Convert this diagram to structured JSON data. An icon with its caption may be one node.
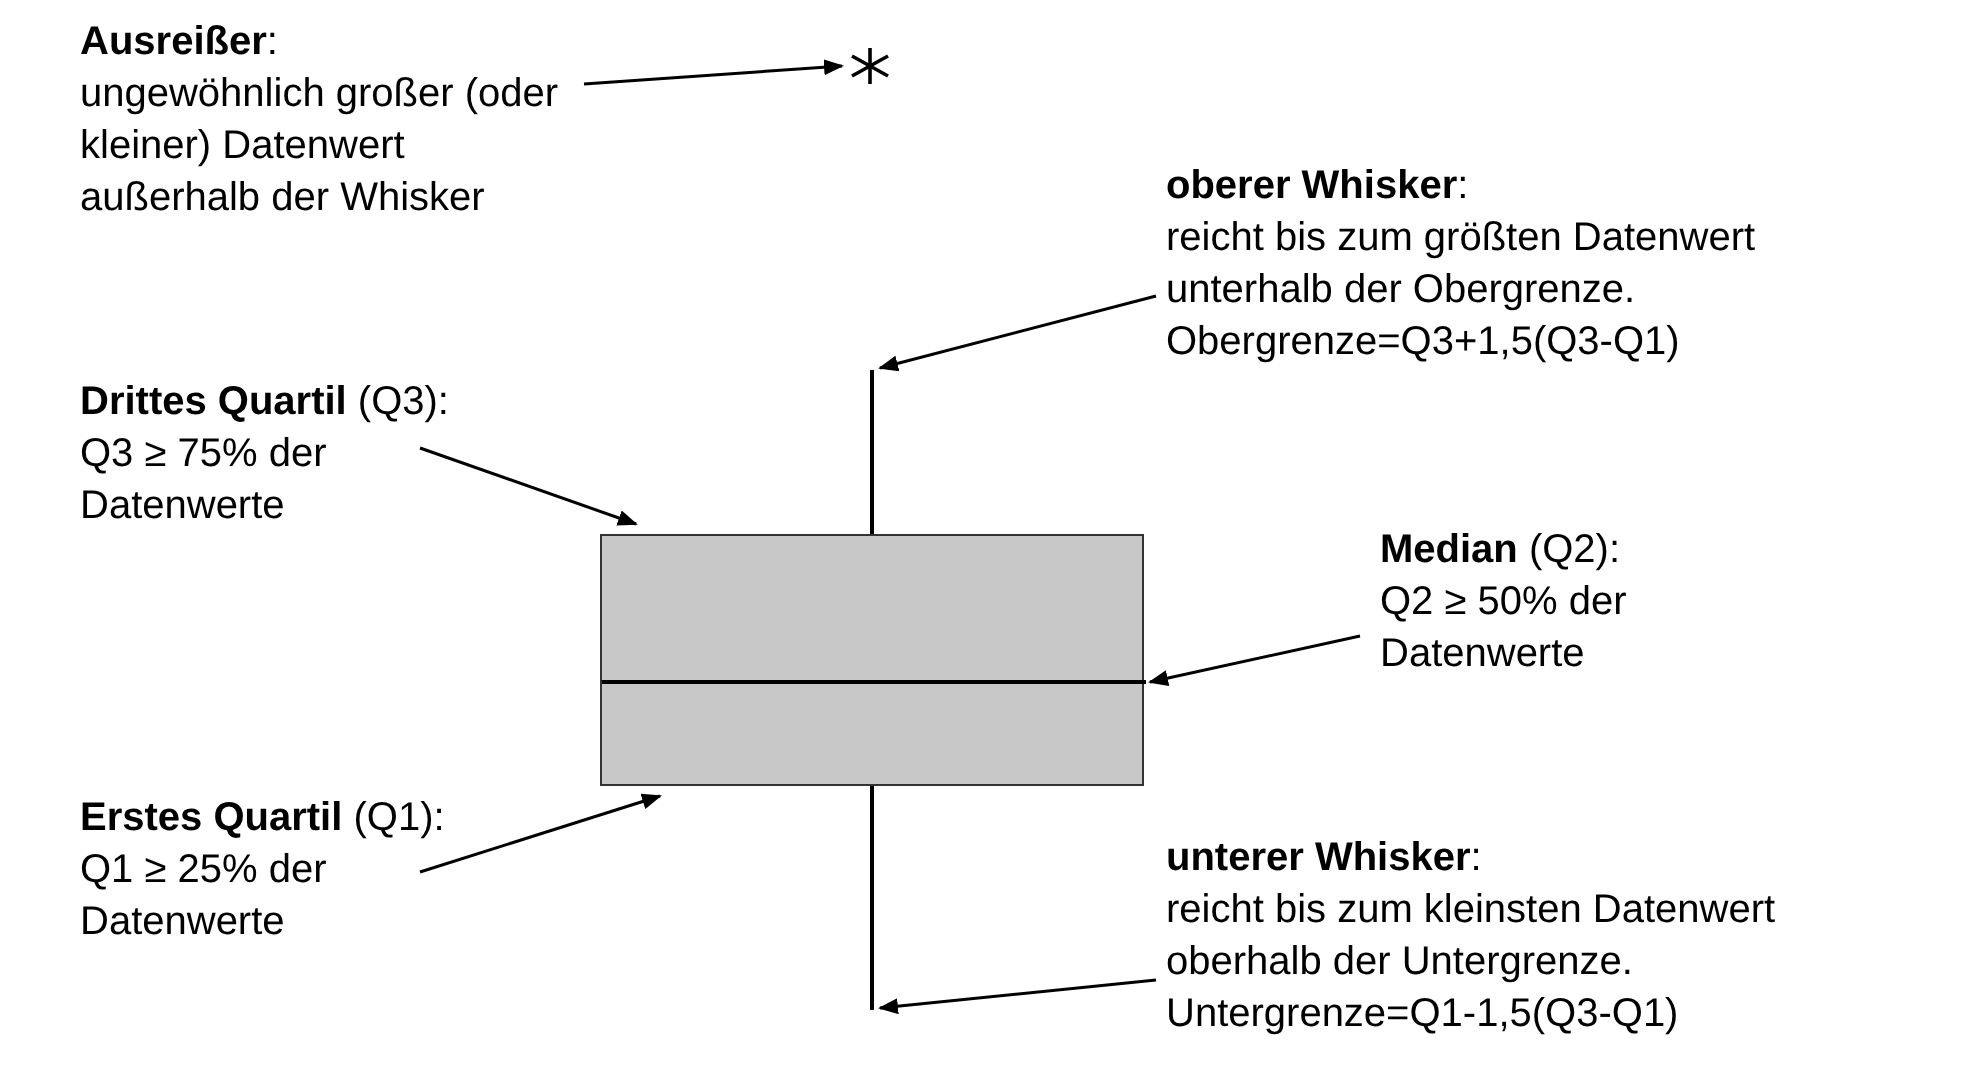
{
  "diagram": {
    "nodes": [
      {
        "text": [
          "**Ausreißer**:",
          "ungewöhnlich großer (oder kleiner) Datenwert außerhalb der Whisker"
        ]
      },
      {
        "text": [],
        "shape": "star"
      },
      {
        "text": [
          "**oberer Whisker**:",
          "reicht bis zum größten Datenwert unterhalb der Obergrenze.",
          "Obergrenze=Q3+1,5(Q3-Q1)"
        ]
      },
      {
        "text": [],
        "shape": "line"
      },
      {
        "text": [
          "**Drittes Quartil** (Q3):",
          "Q3 ≥ 75% der Datenwerte"
        ]
      },
      {
        "text": [],
        "shape": "box"
      },
      {
        "text": [
          "**Median** (Q2):",
          "Q2 ≥ 50% der Datenwerte"
        ]
      },
      {
        "text": [],
        "shape": "line",
        "in": 5
      },
      {
        "text": [
          "**Erstes Quartil** (Q1):",
          "Q1 ≥ 25% der Datenwerte"
        ]
      },
      {
        "text": [
          "**unterer Whisker**:",
          "reicht bis zum kleinsten Datenwert oberhalb der Untergrenze.",
          "Untergrenze=Q1-1,5(Q3-Q1)"
        ]
      },
      {
        "text": [],
        "shape": "line"
      }
    ],
    "edges": [
      {
        "from": 0,
        "to": 1,
        "arrow": "to"
      },
      {
        "from": 2,
        "to": 3,
        "arrow": "to"
      },
      {
        "from": 4,
        "to": 5,
        "arrow": "to"
      },
      {
        "from": 6,
        "to": 7,
        "arrow": "to"
      },
      {
        "from": 8,
        "to": 5,
        "arrow": "to"
      },
      {
        "from": 9,
        "to": 10,
        "arrow": "to"
      }
    ]
  }
}
